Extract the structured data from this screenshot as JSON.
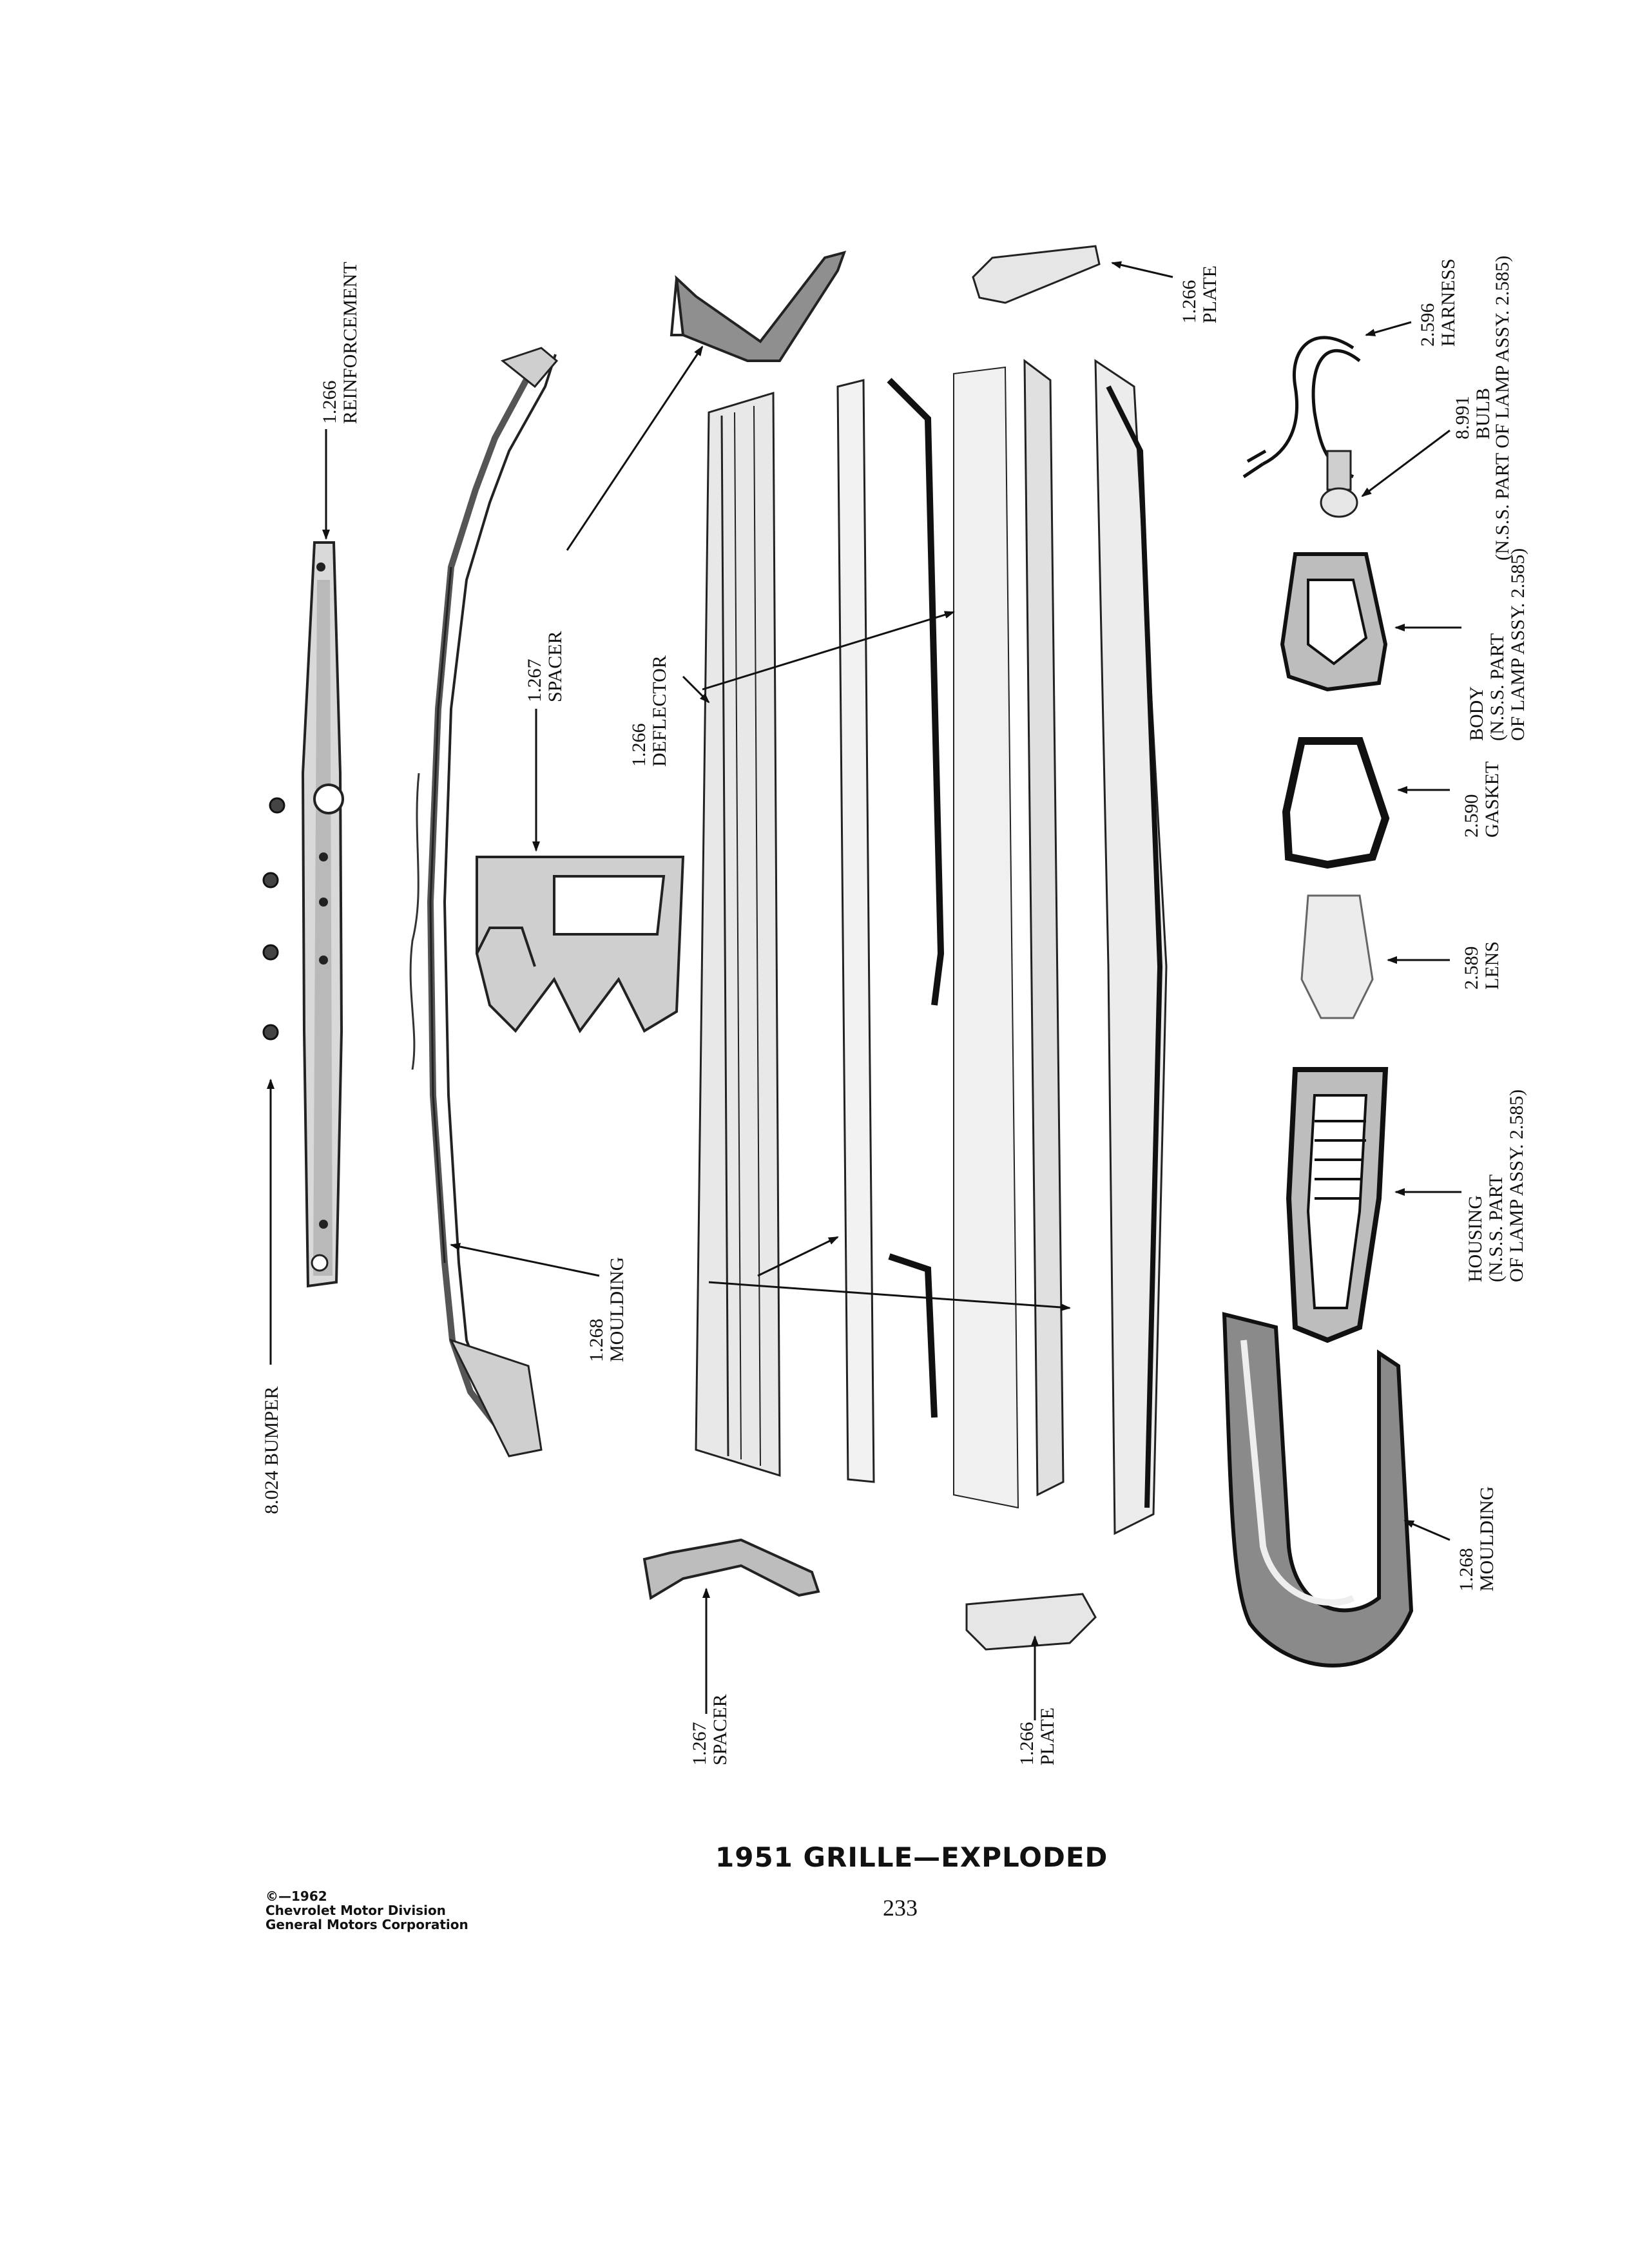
{
  "labels": {
    "reinforcement": {
      "num": "1.266",
      "name": "REINFORCEMENT"
    },
    "spacer_top": {
      "num": "1.267",
      "name": "SPACER"
    },
    "plate_top": {
      "num": "1.266",
      "name": "PLATE"
    },
    "harness": {
      "num": "2.596",
      "name": "HARNESS"
    },
    "bulb": {
      "num": "8.991",
      "name": "BULB"
    },
    "lamp_assy_note": "(N.S.S. PART OF LAMP ASSY. 2.585)",
    "deflector": {
      "num": "1.266",
      "name": "DEFLECTOR"
    },
    "body": {
      "name": "BODY",
      "note1": "(N.S.S. PART",
      "note2": "OF LAMP ASSY. 2.585)"
    },
    "gasket": {
      "num": "2.590",
      "name": "GASKET"
    },
    "lens": {
      "num": "2.589",
      "name": "LENS"
    },
    "housing": {
      "name": "HOUSING",
      "note1": "(N.S.S. PART",
      "note2": "OF LAMP ASSY. 2.585)"
    },
    "moulding_center": {
      "num": "1.268",
      "name": "MOULDING"
    },
    "moulding_right": {
      "num": "1.268",
      "name": "MOULDING"
    },
    "bumper": {
      "text": "8.024 BUMPER"
    },
    "spacer_bottom": {
      "num": "1.267",
      "name": "SPACER"
    },
    "plate_bottom": {
      "num": "1.266",
      "name": "PLATE"
    }
  },
  "caption": "1951 GRILLE—EXPLODED",
  "page_number": "233",
  "copyright": {
    "line1": "©—1962",
    "line2": "Chevrolet Motor Division",
    "line3": "General Motors Corporation"
  }
}
